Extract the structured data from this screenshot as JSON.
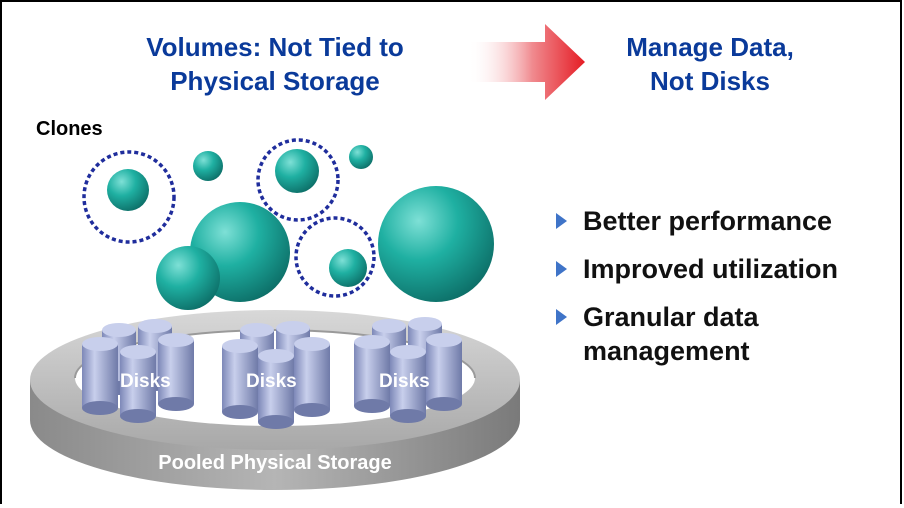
{
  "titles": {
    "left_line1": "Volumes: Not Tied to",
    "left_line2": "Physical Storage",
    "right_line1": "Manage Data,",
    "right_line2": "Not Disks"
  },
  "clones_label": "Clones",
  "bullets": [
    {
      "text_line1": "Better performance",
      "text_line2": ""
    },
    {
      "text_line1": "Improved utilization",
      "text_line2": ""
    },
    {
      "text_line1": "Granular data",
      "text_line2": "management"
    }
  ],
  "disk_groups": [
    {
      "label": "Disks"
    },
    {
      "label": "Disks"
    },
    {
      "label": "Disks"
    }
  ],
  "ring_label": "Pooled Physical Storage",
  "colors": {
    "title": "#0a3a9a",
    "sphere": "#1fa79a",
    "clone_ring": "#1f2d9c",
    "arrow": "#e8202a",
    "cylinder": "#9aa6cf",
    "ring": "#8c8c8c",
    "bullet": "#3f74c8"
  },
  "icons": {
    "arrow": "right-arrow-gradient-icon",
    "bullet": "triangle-bullet-icon"
  }
}
